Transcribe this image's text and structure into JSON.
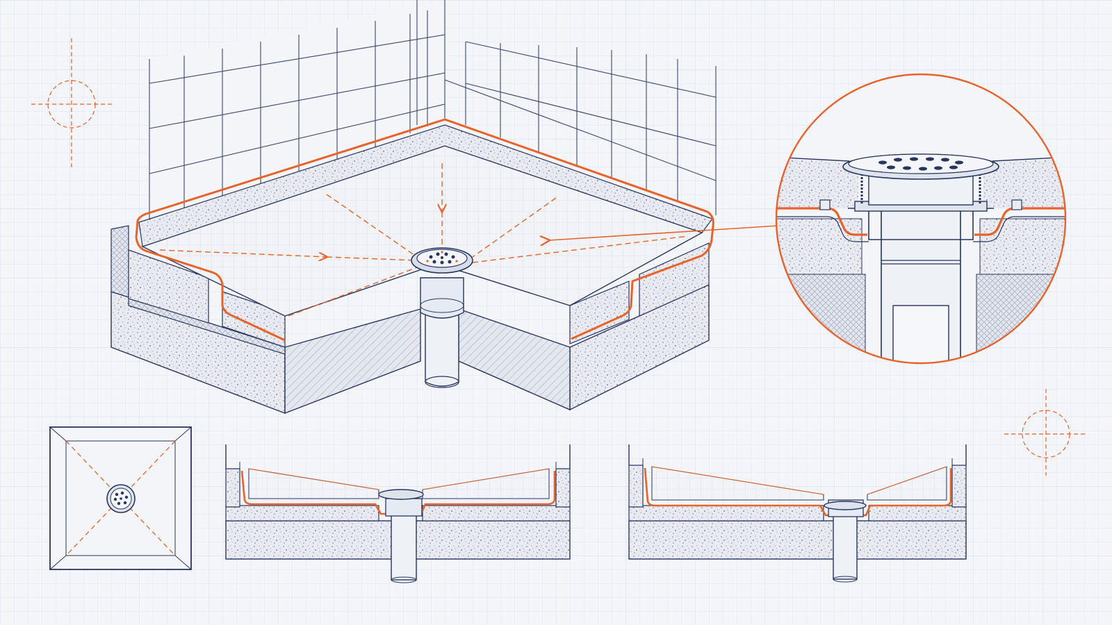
{
  "colors": {
    "paper": "#f3f5f9",
    "grid": "#dfe5ef",
    "grid_major": "#d3dbe8",
    "ink": "#27355f",
    "ink_light": "#7c88a8",
    "accent": "#e8622a",
    "concrete": "#e7e9ef",
    "mortar": "#e2e5ec"
  },
  "figures": [
    {
      "id": "isometric-shower-pan",
      "kind": "isometric cutaway"
    },
    {
      "id": "drain-detail-callout",
      "kind": "circular magnified section"
    },
    {
      "id": "plan-view",
      "kind": "top plan"
    },
    {
      "id": "section-a",
      "kind": "cross section"
    },
    {
      "id": "section-b",
      "kind": "cross section"
    }
  ]
}
